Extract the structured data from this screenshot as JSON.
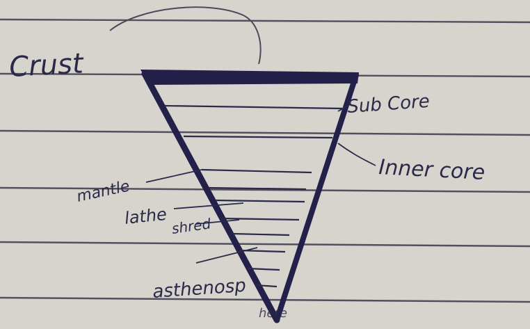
{
  "labels": {
    "crust": "Crust",
    "sub_core": "Sub Core",
    "inner_core": "Inner core",
    "mantle": "mantle",
    "lathe": "lathe",
    "shred": "shred",
    "asthenosphere": "asthenosp",
    "bottom": "here"
  },
  "colors": {
    "paper": "#d9d6d0",
    "ruling": "#3a3a4a",
    "ink": "#23204a",
    "pencil": "#4a4a5a"
  }
}
